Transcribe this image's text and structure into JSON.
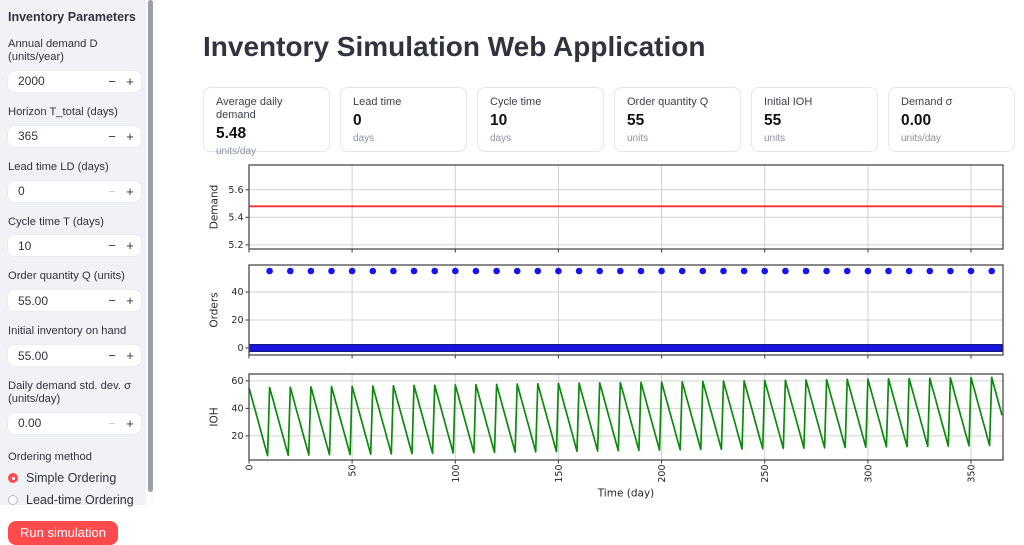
{
  "app": {
    "title": "Inventory Simulation Web Application"
  },
  "colors": {
    "accent": "#ff4b4b",
    "sidebar_bg": "#f0f2f6",
    "text": "#31333f",
    "card_border": "#e4e5ea",
    "unit_text": "#8a8fa3",
    "grid": "#d2d2d2",
    "spine": "#4a4a4a",
    "demand_line": "#f53030",
    "orders_marker": "#1414f0",
    "ioh_line": "#0c8a0c"
  },
  "sidebar": {
    "header": "Inventory Parameters",
    "stepper": {
      "minus": "−",
      "plus": "+"
    },
    "inputs": [
      {
        "label": "Annual demand D (units/year)",
        "value": "2000",
        "minus_disabled": false
      },
      {
        "label": "Horizon T_total (days)",
        "value": "365",
        "minus_disabled": false
      },
      {
        "label": "Lead time LD (days)",
        "value": "0",
        "minus_disabled": true
      },
      {
        "label": "Cycle time T (days)",
        "value": "10",
        "minus_disabled": false
      },
      {
        "label": "Order quantity Q (units)",
        "value": "55.00",
        "minus_disabled": false
      },
      {
        "label": "Initial inventory on hand",
        "value": "55.00",
        "minus_disabled": false
      },
      {
        "label": "Daily demand std. dev. σ (units/day)",
        "value": "0.00",
        "minus_disabled": true
      }
    ],
    "radio_group": {
      "label": "Ordering method",
      "options": [
        {
          "label": "Simple Ordering",
          "selected": true
        },
        {
          "label": "Lead-time Ordering",
          "selected": false
        }
      ]
    },
    "run_button": "Run simulation"
  },
  "metrics": [
    {
      "label": "Average daily demand",
      "value": "5.48",
      "unit": "units/day"
    },
    {
      "label": "Lead time",
      "value": "0",
      "unit": "days"
    },
    {
      "label": "Cycle time",
      "value": "10",
      "unit": "days"
    },
    {
      "label": "Order quantity Q",
      "value": "55",
      "unit": "units"
    },
    {
      "label": "Initial IOH",
      "value": "55",
      "unit": "units"
    },
    {
      "label": "Demand σ",
      "value": "0.00",
      "unit": "units/day"
    }
  ],
  "chart_data": {
    "type": "multi-panel",
    "xlabel": "Time (day)",
    "xticks": [
      0,
      50,
      100,
      150,
      200,
      250,
      300,
      350
    ],
    "xlim": [
      0,
      365.5
    ],
    "x_tick_rotation": 90,
    "grid": true,
    "legend": false,
    "panels": [
      {
        "name": "demand",
        "ylabel": "Demand",
        "type": "line",
        "yticks": [
          5.2,
          5.4,
          5.6
        ],
        "ylim": [
          5.17,
          5.78
        ],
        "series": [
          {
            "name": "constant-daily-demand",
            "kind": "hline",
            "color": "#f53030",
            "value": 5.48,
            "x0": 0,
            "x1": 365
          }
        ]
      },
      {
        "name": "orders",
        "ylabel": "Orders",
        "type": "scatter",
        "yticks": [
          0,
          20,
          40
        ],
        "ylim": [
          -5,
          59.3
        ],
        "series": [
          {
            "name": "order-receipts",
            "kind": "dots",
            "color": "#1414f0",
            "value": 55,
            "x_start": 10,
            "x_end": 360,
            "x_step": 10
          },
          {
            "name": "zero-order-days",
            "kind": "band",
            "color": "#1717e0",
            "edge_color": "#000070",
            "value": 0,
            "x0": 0,
            "x1": 365
          }
        ]
      },
      {
        "name": "ioh",
        "ylabel": "IOH",
        "type": "line",
        "yticks": [
          20,
          40,
          60
        ],
        "ylim": [
          2.5,
          65
        ],
        "series": [
          {
            "name": "inventory-on-hand",
            "kind": "sawtooth",
            "color": "#0c8a0c",
            "initial": 55,
            "daily_demand": 5.479,
            "order_qty": 55,
            "order_interval_days": 10,
            "horizon_days": 365
          }
        ]
      }
    ]
  }
}
